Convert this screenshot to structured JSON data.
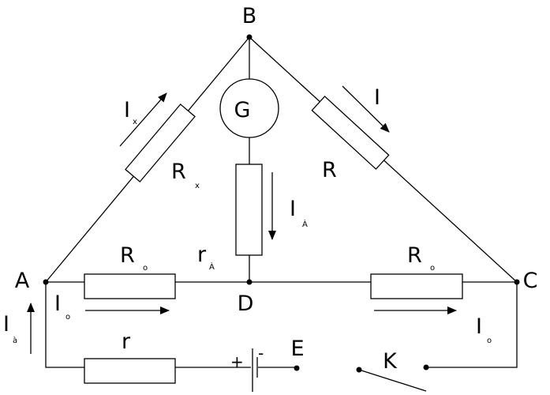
{
  "nodes": {
    "A": "A",
    "B": "B",
    "C": "C",
    "D": "D",
    "E": "E",
    "K": "K"
  },
  "galvanometer": "G",
  "labels": {
    "Ix_main": "I",
    "Ix_sub": "x",
    "Rx_main": "R",
    "Rx_sub": "x",
    "I_top": "I",
    "R_right": "R",
    "Ig_main": "I",
    "Ig_sub": "À",
    "rg_main": "r",
    "rg_sub": "À",
    "R0_left_main": "R",
    "R0_left_sub": "о",
    "R0_right_main": "R",
    "R0_right_sub": "о",
    "I0_left_main": "I",
    "I0_left_sub": "о",
    "I0_right_main": "I",
    "I0_right_sub": "о",
    "Ia_main": "I",
    "Ia_sub": "à",
    "r_main": "r",
    "plus": "+",
    "minus": "-"
  }
}
